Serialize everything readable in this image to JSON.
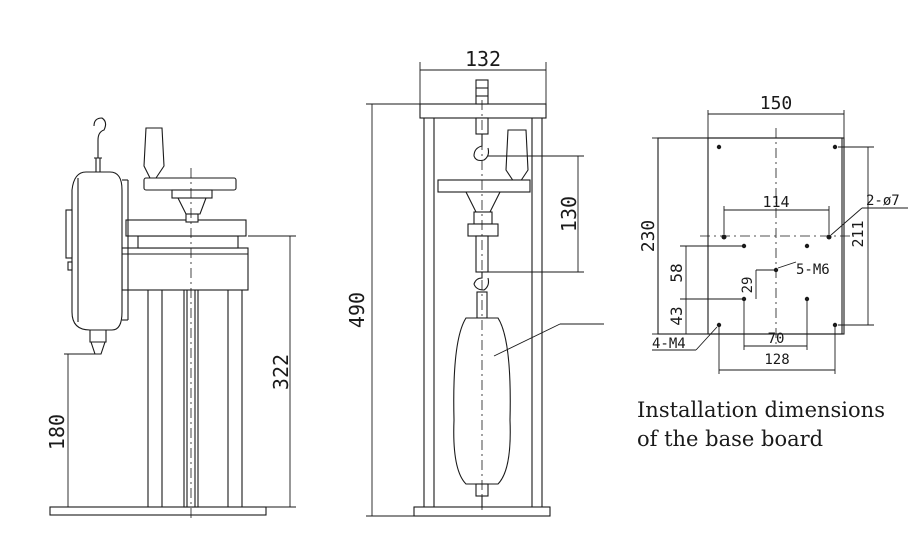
{
  "side_view": {
    "dim_height_total": "322",
    "dim_height_hook": "180"
  },
  "front_view": {
    "dim_width": "132",
    "dim_height": "490",
    "dim_hook_distance": "130"
  },
  "base_board": {
    "dim_width": "150",
    "dim_height": "230",
    "dim_inner_width": "114",
    "dim_right_height": "211",
    "dim_left_58": "58",
    "dim_left_43": "43",
    "dim_29": "29",
    "dim_70": "70",
    "dim_128": "128",
    "label_2_phi7": "2-ø7",
    "label_5_m6": "5-M6",
    "label_4_m4": "4-M4",
    "caption_line1": "Installation dimensions",
    "caption_line2": "of the base board"
  }
}
